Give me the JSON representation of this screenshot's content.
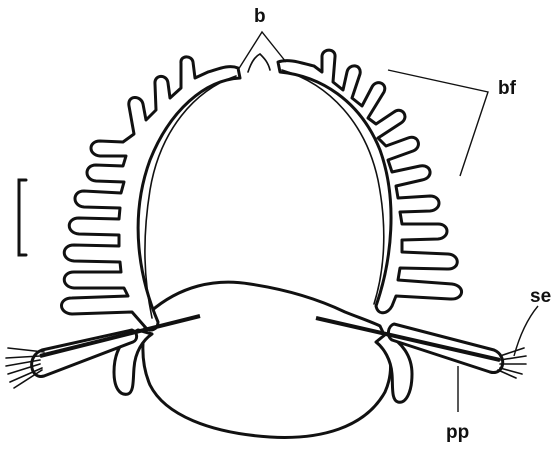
{
  "labels": {
    "b": "b",
    "bf": "bf",
    "se": "se",
    "pp": "pp"
  },
  "colors": {
    "ink": "#111111",
    "background": "#ffffff"
  }
}
